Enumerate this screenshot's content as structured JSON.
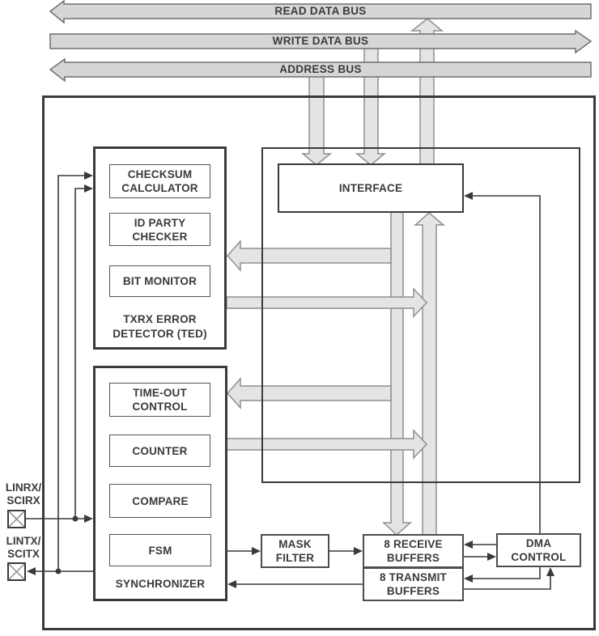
{
  "buses": {
    "read_data_bus": "READ DATA BUS",
    "write_data_bus": "WRITE DATA BUS",
    "address_bus": "ADDRESS BUS"
  },
  "pins": {
    "rx_label_line1": "LINRX/",
    "rx_label_line2": "SCIRX",
    "tx_label_line1": "LINTX/",
    "tx_label_line2": "SCITX"
  },
  "blocks": {
    "interface": "INTERFACE",
    "ted": {
      "title": "TXRX ERROR DETECTOR (TED)",
      "items": [
        "CHECKSUM CALCULATOR",
        "ID PARTY CHECKER",
        "BIT MONITOR"
      ]
    },
    "synchronizer": {
      "title": "SYNCHRONIZER",
      "items": [
        "TIME-OUT CONTROL",
        "COUNTER",
        "COMPARE",
        "FSM"
      ]
    },
    "mask_filter": "MASK FILTER",
    "receive_buffers": "8 RECEIVE BUFFERS",
    "transmit_buffers": "8 TRANSMIT BUFFERS",
    "dma_control": "DMA CONTROL"
  },
  "colors": {
    "text": "#3a3a3a",
    "box_border": "#3a3a3a",
    "bus_fill": "#e4e4e4",
    "bus_border": "#8f8f8f",
    "bar_fill": "#d6d6d6"
  }
}
